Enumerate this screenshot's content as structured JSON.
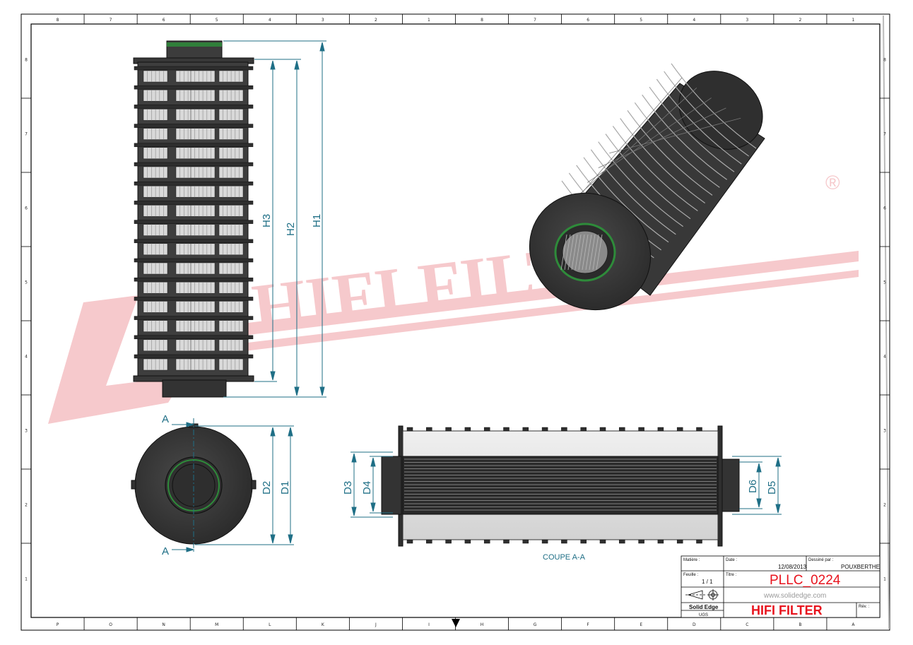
{
  "watermark": {
    "text": "HIFI FILTER",
    "registered": "®",
    "color": "#f6c9cc"
  },
  "frame": {
    "top_numbers": [
      "8",
      "7",
      "6",
      "5",
      "4",
      "3",
      "2",
      "1",
      "8",
      "7",
      "6",
      "5",
      "4",
      "3",
      "2",
      "1"
    ],
    "bottom_letters": [
      "P",
      "O",
      "N",
      "M",
      "L",
      "K",
      "J",
      "I",
      "H",
      "G",
      "F",
      "E",
      "D",
      "C",
      "B",
      "A"
    ],
    "left_numbers": [
      "8",
      "7",
      "6",
      "5",
      "4",
      "3",
      "2",
      "1"
    ],
    "right_numbers": [
      "8",
      "7",
      "6",
      "5",
      "4",
      "3",
      "2",
      "1"
    ]
  },
  "dimensions": {
    "h1": "H1",
    "h2": "H2",
    "h3": "H3",
    "d1": "D1",
    "d2": "D2",
    "d3": "D3",
    "d4": "D4",
    "d5": "D5",
    "d6": "D6",
    "section_marker": "A",
    "section_label": "COUPE A-A"
  },
  "title_block": {
    "material_label": "Matière :",
    "date_label": "Date :",
    "date_value": "12/08/2013",
    "drawn_label": "Dessiné par :",
    "drawn_value": "POUXBERTHE",
    "sheet_label": "Feuille :",
    "sheet_value": "1 / 1",
    "title_label": "Titre :",
    "reference": "PLLC_0224",
    "software": "Solid Edge",
    "version": "UGS",
    "website": "www.solidedge.com",
    "brand": "HIFI FILTER",
    "rev_label": "Rév. :"
  },
  "colors": {
    "dim_line": "#1f6f86",
    "part_dark": "#3b3b3b",
    "seal_green": "#2e8b3a",
    "brand_red": "#e8141e"
  }
}
